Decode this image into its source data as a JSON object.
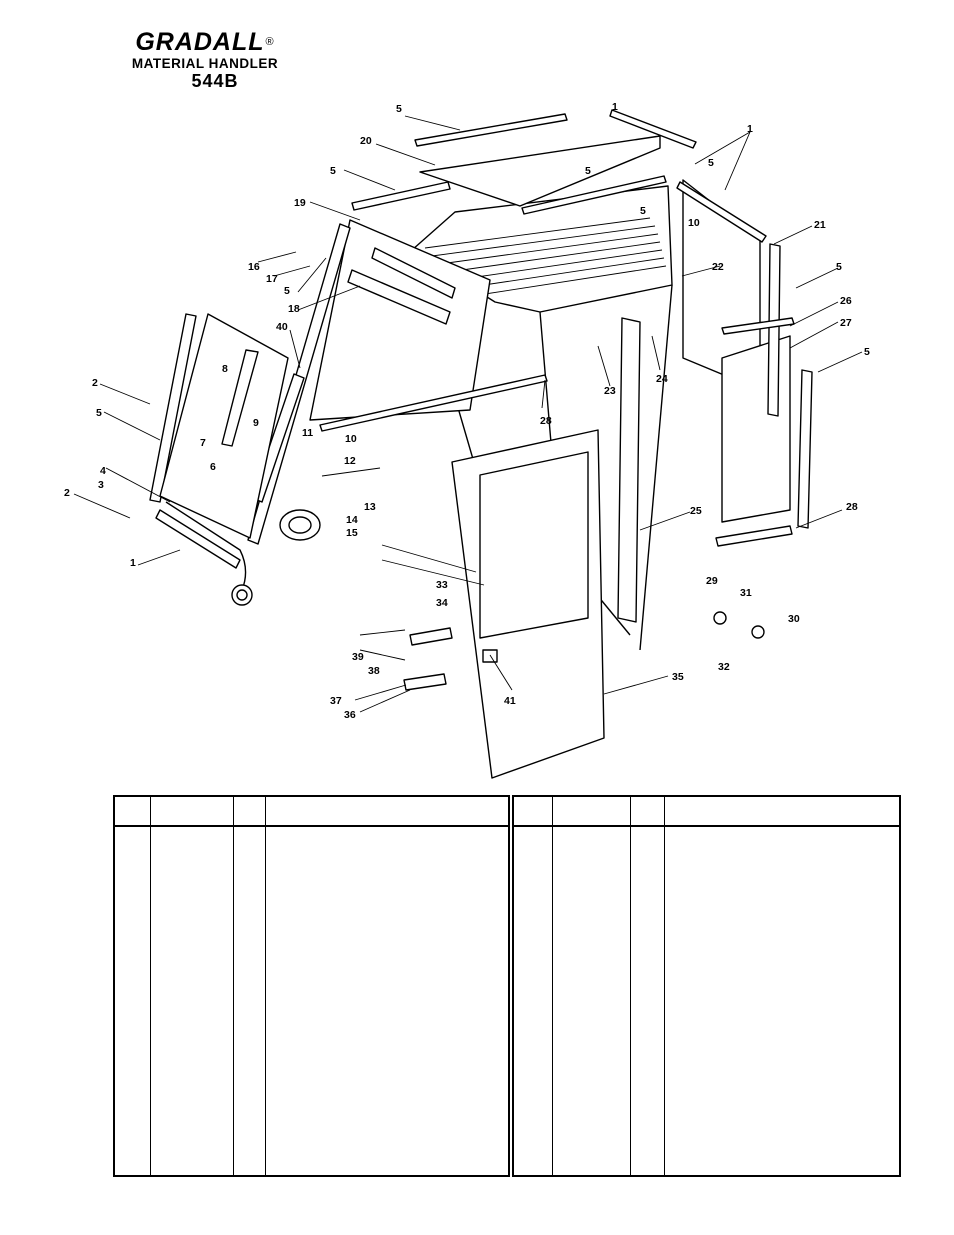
{
  "header": {
    "brand": "GRADALL",
    "registered_mark": "®",
    "product_line": "MATERIAL HANDLER",
    "model": "544B"
  },
  "diagram": {
    "callouts": [
      "1",
      "1",
      "1",
      "2",
      "2",
      "3",
      "4",
      "5",
      "5",
      "5",
      "5",
      "5",
      "5",
      "5",
      "5",
      "5",
      "6",
      "7",
      "8",
      "9",
      "10",
      "10",
      "11",
      "12",
      "13",
      "14",
      "15",
      "16",
      "17",
      "18",
      "19",
      "20",
      "21",
      "22",
      "23",
      "24",
      "25",
      "26",
      "27",
      "28",
      "28",
      "29",
      "30",
      "31",
      "32",
      "33",
      "34",
      "35",
      "36",
      "37",
      "38",
      "39",
      "40",
      "41"
    ]
  },
  "tables": [
    {
      "headers": [
        "",
        "",
        "",
        ""
      ],
      "rows": []
    },
    {
      "headers": [
        "",
        "",
        "",
        ""
      ],
      "rows": []
    }
  ]
}
